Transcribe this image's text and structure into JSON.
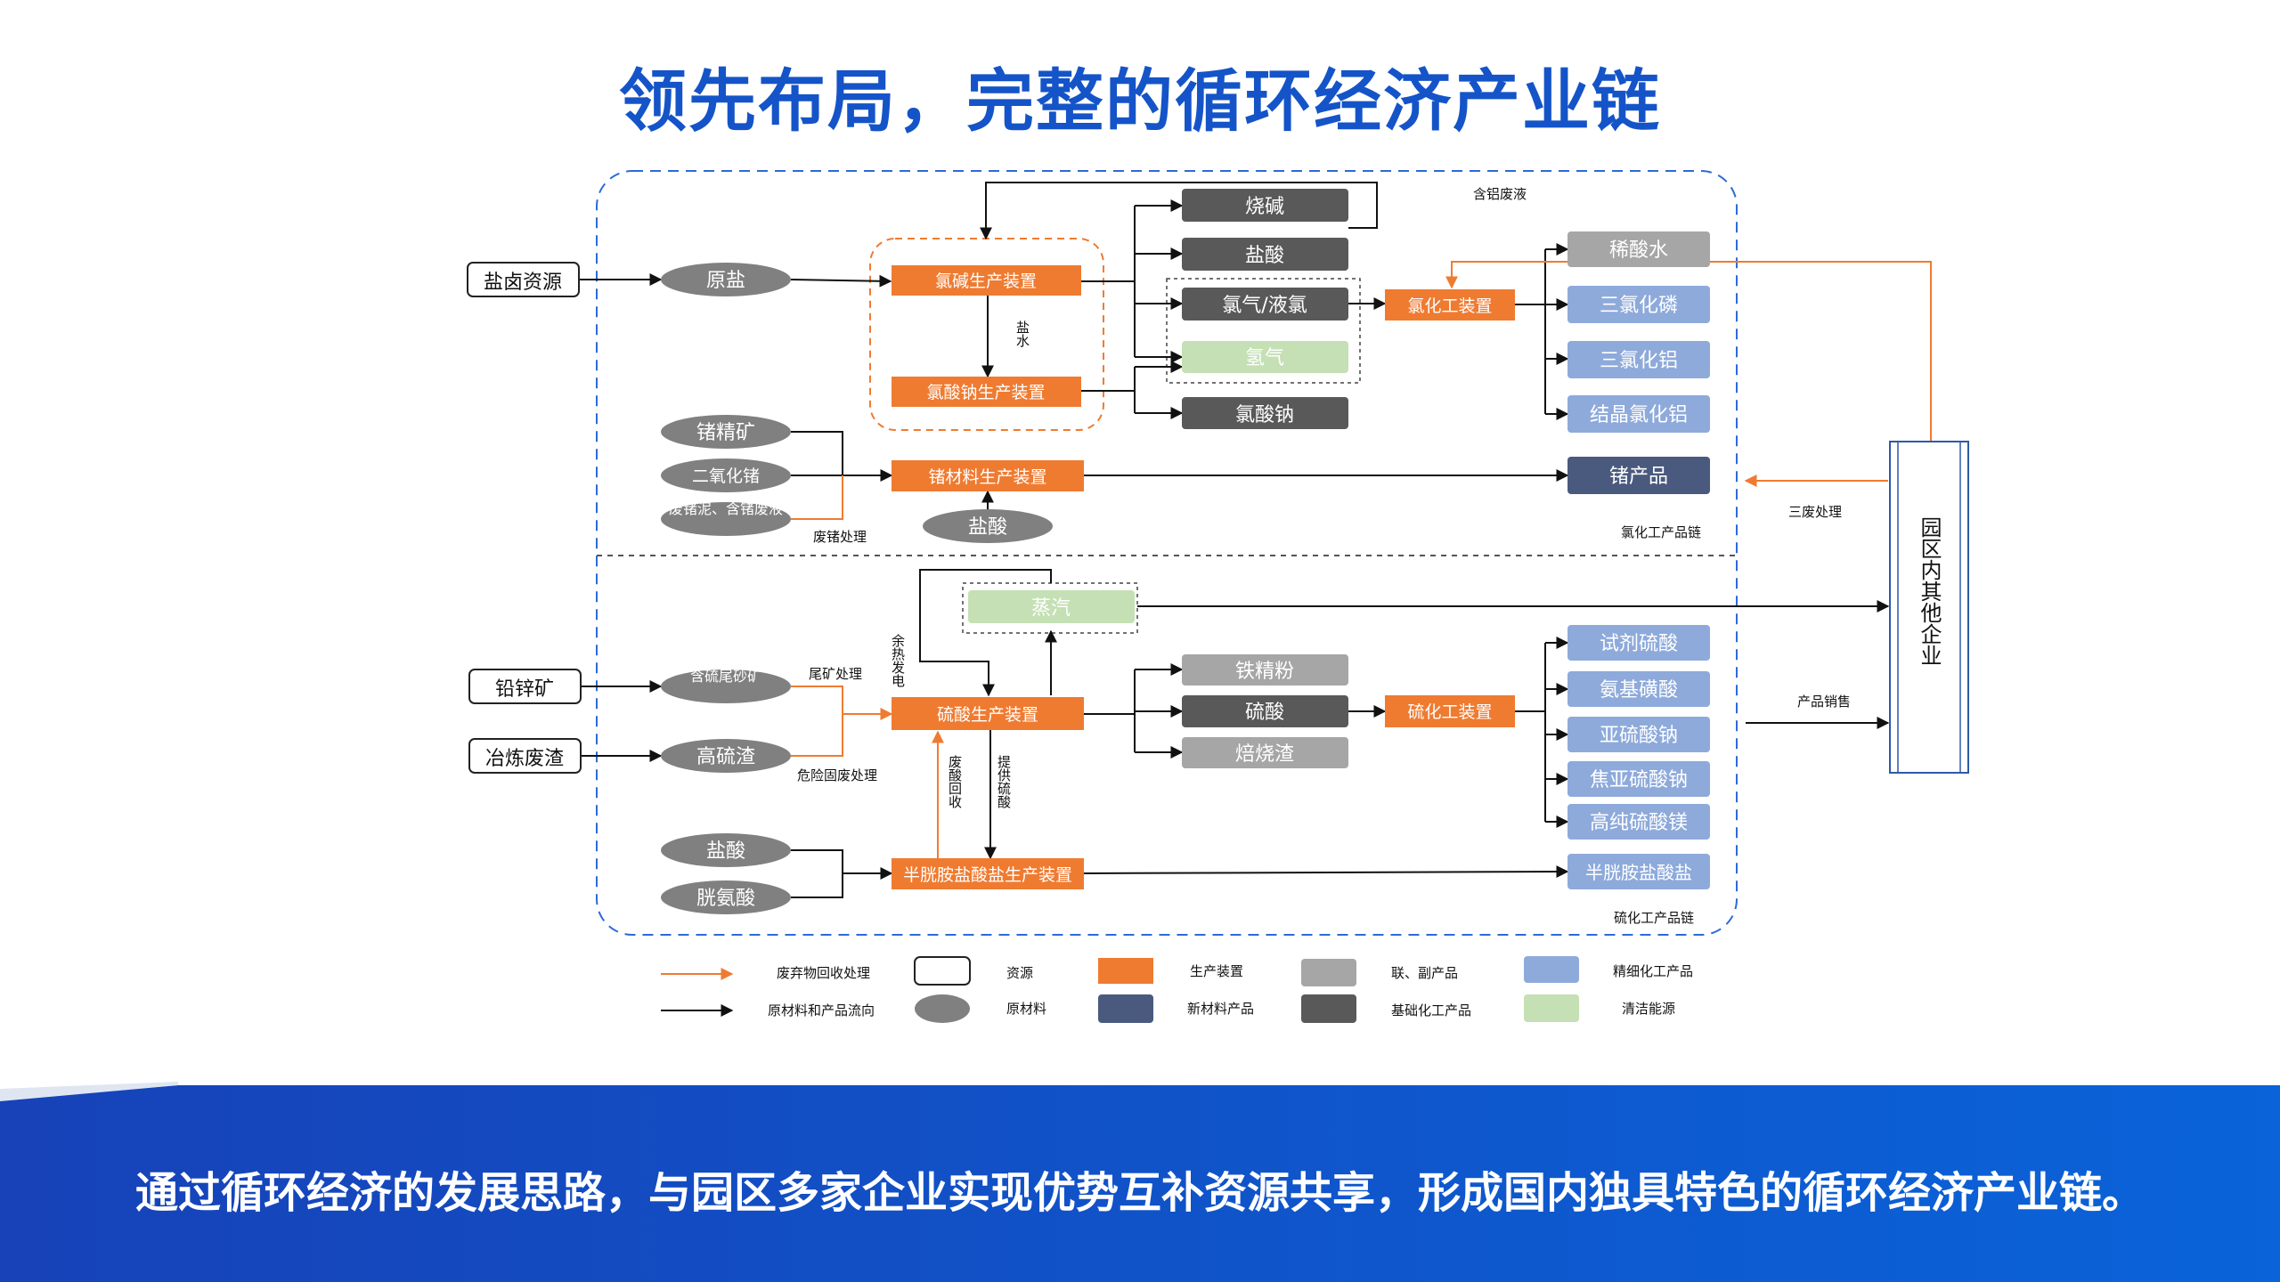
{
  "title": "领先布局，完整的循环经济产业链",
  "footer": "通过循环经济的发展思路，与园区多家企业实现优势互补资源共享，形成国内独具特色的循环经济产业链。",
  "colors": {
    "title": "#1454c8",
    "production": "#ef7b31",
    "raw": "#808080",
    "basic": "#595959",
    "byproduct": "#a6a6a6",
    "fine": "#8eaadb",
    "new_material": "#4a5a7e",
    "clean_energy": "#c5e0b4",
    "waste_arrow": "#ef7b31",
    "flow_arrow": "#111111",
    "section_border": "#2e6ad6"
  },
  "diagram": {
    "resources": [
      "盐卤资源",
      "铅锌矿",
      "冶炼废渣"
    ],
    "raw_materials": {
      "yuanyan": "原盐",
      "zhejingkuang": "锗精矿",
      "eryanghuazhe": "二氧化锗",
      "feizheni": "废锗泥、含锗废液",
      "yansuan1": "盐酸",
      "hanliu": "含硫尾砂矿",
      "gaoliuzha": "高硫渣",
      "yansuan2": "盐酸",
      "guangansuan": "胱氨酸"
    },
    "production": {
      "lvjian": "氯碱生产装置",
      "lvsuanna": "氯酸钠生产装置",
      "zhecailiao": "锗材料生产装置",
      "lvhuagong": "氯化工装置",
      "liusuan": "硫酸生产装置",
      "liuhuagong": "硫化工装置",
      "banguang": "半胱胺盐酸盐生产装置"
    },
    "basic_products": {
      "shaojian": "烧碱",
      "yansuan": "盐酸",
      "lvqi": "氯气/液氯",
      "lvsuanna_p": "氯酸钠",
      "liusuan_p": "硫酸"
    },
    "byproducts": {
      "xisuanshui": "稀酸水",
      "tiejingfen": "铁精粉",
      "beishaozha": "焙烧渣"
    },
    "fine_products": [
      "三氯化磷",
      "三氯化铝",
      "结晶氯化铝",
      "试剂硫酸",
      "氨基磺酸",
      "亚硫酸钠",
      "焦亚硫酸钠",
      "高纯硫酸镁",
      "半胱胺盐酸盐"
    ],
    "new_material": "锗产品",
    "clean_energy": {
      "qingqi": "氢气",
      "zhengqi": "蒸汽"
    },
    "park": "园区内其他企业",
    "labels": {
      "hanlvfeiye": "含铝废液",
      "yanshui": "盐水",
      "feizhechuli": "废锗处理",
      "lvchain": "氯化工产品链",
      "sanfei": "三废处理",
      "yure": "余热发电",
      "weikuang": "尾矿处理",
      "weixian": "危险固废处理",
      "feisuan": "废酸回收",
      "tigong": "提供硫酸",
      "xiaoshou": "产品销售",
      "liuchain": "硫化工产品链"
    }
  },
  "legend": {
    "waste_recovery": "废弃物回收处理",
    "flow": "原材料和产品流向",
    "resource": "资源",
    "raw_material": "原材料",
    "production": "生产装置",
    "new_material": "新材料产品",
    "byproduct": "联、副产品",
    "basic": "基础化工产品",
    "fine": "精细化工产品",
    "clean_energy": "清洁能源"
  }
}
